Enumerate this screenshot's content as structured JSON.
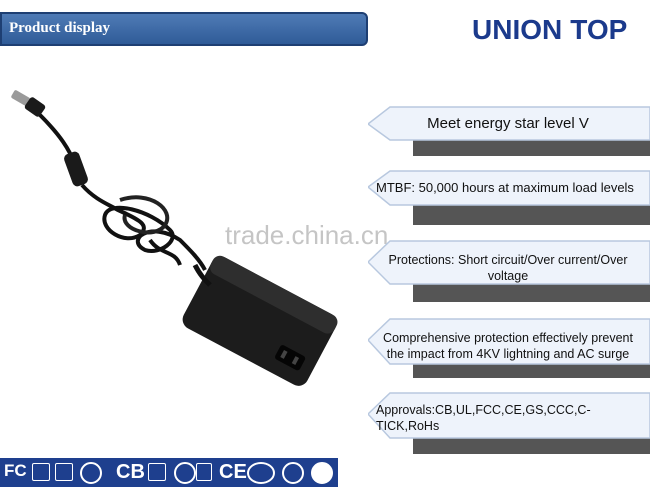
{
  "header": {
    "title": "Product display"
  },
  "logo": {
    "text_part1": "UNION",
    "text_part2": "TOP"
  },
  "watermark": "trade.china.cn",
  "features": [
    "Meet energy star level V",
    "MTBF: 50,000 hours at maximum load levels",
    "Protections: Short circuit/Over current/Over voltage",
    "Comprehensive protection effectively prevent the impact from 4KV lightning and AC surge",
    "Approvals:CB,UL,FCC,CE,GS,CCC,C-TICK,RoHs"
  ],
  "certifications": {
    "fcc": "FC",
    "cb": "CB",
    "ce": "CE"
  },
  "colors": {
    "brand": "#1b3a8c",
    "header_bg": "#3b67a6",
    "arrow_fill": "#eef3fb",
    "arrow_border": "#b8c8df",
    "shadow": "#555555"
  }
}
